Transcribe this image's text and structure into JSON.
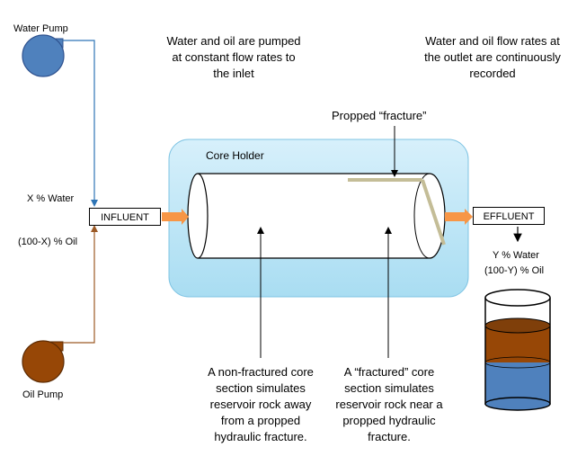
{
  "pumps": {
    "water_label": "Water Pump",
    "oil_label": "Oil Pump"
  },
  "inlet": {
    "water_fraction": "X % Water",
    "oil_fraction": "(100-X) % Oil",
    "box_label": "INFLUENT"
  },
  "outlet": {
    "box_label": "EFFLUENT",
    "water_fraction": "Y % Water",
    "oil_fraction": "(100-Y) % Oil"
  },
  "core_holder": {
    "label": "Core Holder",
    "fracture_label": "Propped “fracture”"
  },
  "notes": {
    "inlet_line1": "Water and oil are pumped",
    "inlet_line2": "at constant flow rates to",
    "inlet_line3": "the inlet",
    "outlet_line1": "Water and oil flow rates at",
    "outlet_line2": "the outlet are continuously",
    "outlet_line3": "recorded",
    "nonfrac_line1": "A non-fractured core",
    "nonfrac_line2": "section simulates",
    "nonfrac_line3": "reservoir rock away",
    "nonfrac_line4": "from a propped",
    "nonfrac_line5": "hydraulic fracture.",
    "frac_line1": "A “fractured” core",
    "frac_line2": "section simulates",
    "frac_line3": "reservoir rock near a",
    "frac_line4": "propped hydraulic",
    "frac_line5": "fracture."
  },
  "colors": {
    "water_line": "#2e75b6",
    "oil_line": "#9c5a26",
    "water_fill": "#4f81bd",
    "oil_fill": "#974706",
    "holder_fill": "#bde6f6",
    "flow_arrow": "#f79646",
    "fracture": "#c4bd97"
  }
}
